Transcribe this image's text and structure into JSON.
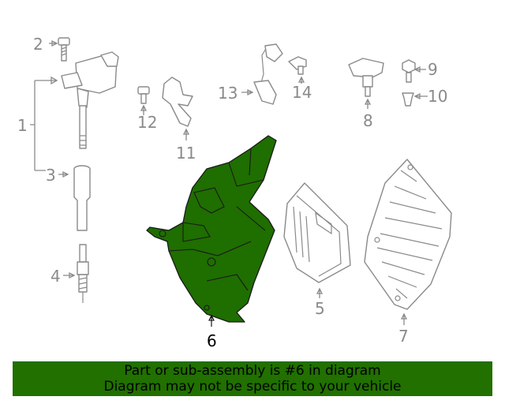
{
  "callouts": {
    "c1": "1",
    "c2": "2",
    "c3": "3",
    "c4": "4",
    "c5": "5",
    "c6": "6",
    "c7": "7",
    "c8": "8",
    "c9": "9",
    "c10": "10",
    "c11": "11",
    "c12": "12",
    "c13": "13",
    "c14": "14"
  },
  "highlighted_part": "6",
  "colors": {
    "highlight": "#1f6e00",
    "banner": "#217000",
    "line": "#8a8a8a"
  },
  "banner": {
    "line1": "Part or sub-assembly is #6 in diagram",
    "line2": "Diagram may not be specific to your vehicle"
  }
}
